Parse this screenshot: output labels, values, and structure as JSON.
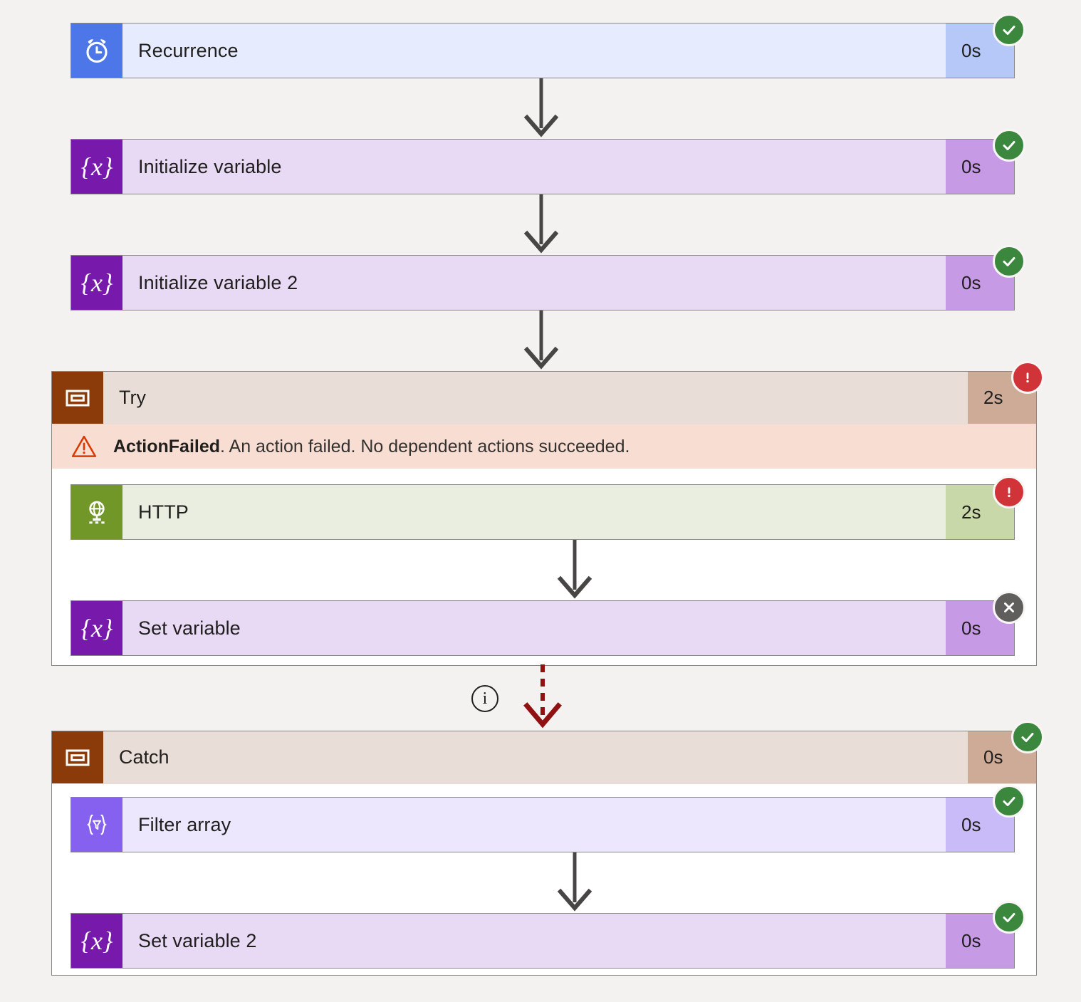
{
  "flow": {
    "nodes": [
      {
        "id": "recurrence",
        "name": "Recurrence",
        "duration": "0s",
        "status": "succeeded",
        "icon": "alarm-clock-icon",
        "type": "recurrence"
      },
      {
        "id": "initialize-variable",
        "name": "Initialize variable",
        "duration": "0s",
        "status": "succeeded",
        "icon": "variable-braces-icon",
        "type": "variable"
      },
      {
        "id": "initialize-variable-2",
        "name": "Initialize variable 2",
        "duration": "0s",
        "status": "succeeded",
        "icon": "variable-braces-icon",
        "type": "variable"
      }
    ],
    "try_scope": {
      "id": "try",
      "name": "Try",
      "duration": "2s",
      "status": "failed",
      "icon": "scope-icon",
      "error": {
        "code": "ActionFailed",
        "message": ". An action failed. No dependent actions succeeded.",
        "icon": "warning-triangle-icon"
      },
      "children": [
        {
          "id": "http",
          "name": "HTTP",
          "duration": "2s",
          "status": "failed",
          "icon": "globe-network-icon",
          "type": "http"
        },
        {
          "id": "set-variable",
          "name": "Set variable",
          "duration": "0s",
          "status": "skipped",
          "icon": "variable-braces-icon",
          "type": "variable"
        }
      ]
    },
    "catch_scope": {
      "id": "catch",
      "name": "Catch",
      "duration": "0s",
      "status": "succeeded",
      "icon": "scope-icon",
      "children": [
        {
          "id": "filter-array",
          "name": "Filter array",
          "duration": "0s",
          "status": "succeeded",
          "icon": "filter-braces-icon",
          "type": "filter"
        },
        {
          "id": "set-variable-2",
          "name": "Set variable 2",
          "duration": "0s",
          "status": "succeeded",
          "icon": "variable-braces-icon",
          "type": "variable"
        }
      ]
    },
    "run_after_info": {
      "icon": "info-circle-icon",
      "label": "i"
    },
    "colors": {
      "succeeded": "#3b873e",
      "failed": "#d13438",
      "skipped": "#605e5c",
      "connector": "#484644",
      "failed_connector": "#8f1111",
      "canvas": "#f3f2f1"
    }
  }
}
